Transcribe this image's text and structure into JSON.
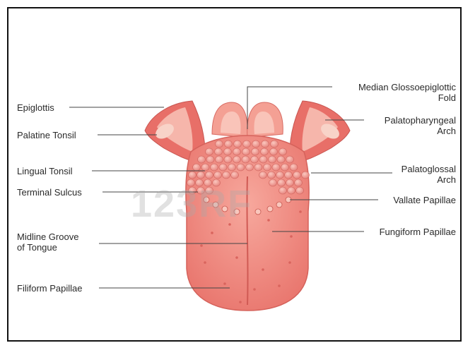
{
  "labels": {
    "median_glossoepiglottic_fold": [
      "Median Glossoepiglottic",
      "Fold"
    ],
    "epiglottis": "Epiglottis",
    "palatopharyngeal_arch": [
      "Palatopharyngeal",
      "Arch"
    ],
    "palatine_tonsil": "Palatine Tonsil",
    "lingual_tonsil": "Lingual Tonsil",
    "palatoglossal_arch": [
      "Palatoglossal",
      "Arch"
    ],
    "terminal_sulcus": "Terminal Sulcus",
    "vallate_papillae": "Vallate Papillae",
    "midline_groove": [
      "Midline Groove",
      "of Tongue"
    ],
    "fungiform_papillae": "Fungiform Papillae",
    "filiform_papillae": "Filiform Papillae"
  },
  "watermark": "123RF",
  "colors": {
    "tongue": "#f08a80",
    "tongue_dark": "#d9605a",
    "tongue_light": "#f7b3a8",
    "tonsil": "#ee9a8f",
    "leader_line": "#333333"
  }
}
